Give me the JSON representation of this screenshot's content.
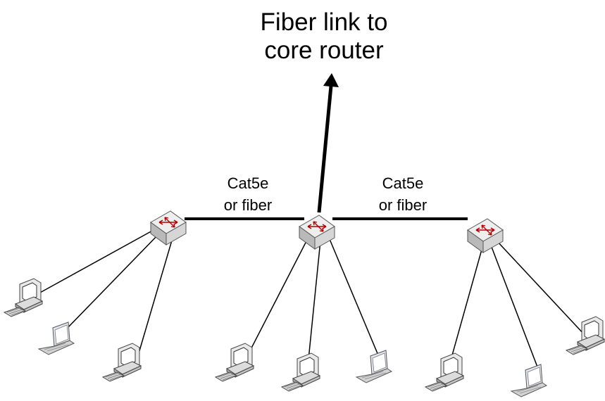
{
  "uplink": {
    "line1": "Fiber link to",
    "line2": "core router"
  },
  "left_link": {
    "line1": "Cat5e",
    "line2": "or fiber"
  },
  "right_link": {
    "line1": "Cat5e",
    "line2": "or fiber"
  },
  "switches": [
    {
      "name": "left-switch"
    },
    {
      "name": "center-switch"
    },
    {
      "name": "right-switch"
    }
  ],
  "devices": [
    {
      "type": "desktop",
      "switch": 0
    },
    {
      "type": "laptop",
      "switch": 0
    },
    {
      "type": "desktop",
      "switch": 0
    },
    {
      "type": "desktop",
      "switch": 1
    },
    {
      "type": "desktop",
      "switch": 1
    },
    {
      "type": "laptop",
      "switch": 1
    },
    {
      "type": "desktop",
      "switch": 2
    },
    {
      "type": "laptop",
      "switch": 2
    },
    {
      "type": "desktop",
      "switch": 2
    }
  ]
}
